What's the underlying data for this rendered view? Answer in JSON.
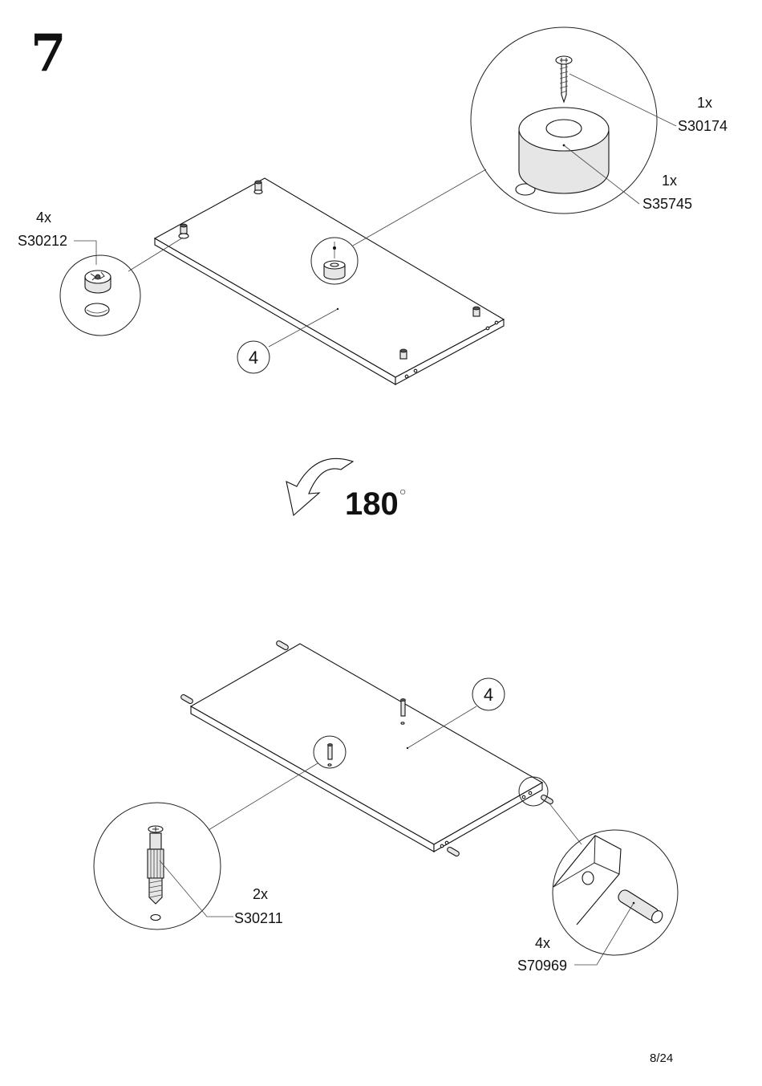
{
  "step": {
    "number": "7"
  },
  "top_view": {
    "panel_label": "4",
    "callouts": {
      "cam": {
        "qty": "4x",
        "code": "S30212"
      },
      "screw": {
        "qty": "1x",
        "code": "S30174"
      },
      "foot": {
        "qty": "1x",
        "code": "S35745"
      }
    }
  },
  "rotation": {
    "value": "180",
    "unit": "○"
  },
  "bottom_view": {
    "panel_label": "4",
    "callouts": {
      "bolt": {
        "qty": "2x",
        "code": "S30211"
      },
      "dowel": {
        "qty": "4x",
        "code": "S70969"
      }
    }
  },
  "footer": {
    "page": "8/24"
  }
}
